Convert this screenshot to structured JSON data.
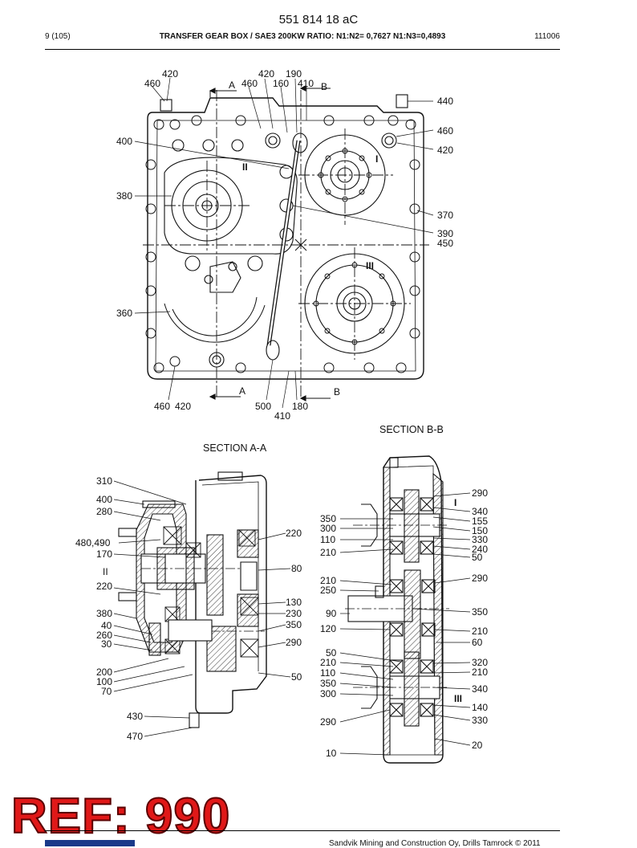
{
  "header": {
    "document_number": "551 814 18 aC",
    "page": "9 (105)",
    "title": "TRANSFER GEAR BOX / SAE3 200KW RATIO: N1:N2= 0,7627 N1:N3=0,4893",
    "code": "111006"
  },
  "sections": {
    "aa": "SECTION A-A",
    "bb": "SECTION B-B"
  },
  "markers": {
    "a": "A",
    "b": "B",
    "shaft_1": "I",
    "shaft_2": "II",
    "shaft_3": "III"
  },
  "top_view_labels": {
    "l420a": "420",
    "l460a": "460",
    "l420b": "420",
    "l190": "190",
    "l460b": "460",
    "l160": "160",
    "l410a": "410",
    "l440": "440",
    "l460c": "460",
    "l420c": "420",
    "l400": "400",
    "l380": "380",
    "l370": "370",
    "l390": "390",
    "l450": "450",
    "l360": "360",
    "l460d": "460",
    "l420d": "420",
    "l500": "500",
    "l180": "180",
    "l410b": "410"
  },
  "section_aa_labels": {
    "l310": "310",
    "l400": "400",
    "l280": "280",
    "l480": "480,490",
    "l170": "170",
    "l220a": "220",
    "l380": "380",
    "l40": "40",
    "l260": "260",
    "l30": "30",
    "l200": "200",
    "l100": "100",
    "l70": "70",
    "l430": "430",
    "l470": "470",
    "l220b": "220",
    "l80": "80",
    "l130": "130",
    "l230": "230",
    "l350": "350",
    "l290": "290",
    "l50": "50"
  },
  "section_bb_labels": {
    "l350a": "350",
    "l300a": "300",
    "l110a": "110",
    "l210a": "210",
    "l210b": "210",
    "l250": "250",
    "l90": "90",
    "l120": "120",
    "l50a": "50",
    "l210c": "210",
    "l110b": "110",
    "l350b": "350",
    "l300b": "300",
    "l290a": "290",
    "l10": "10",
    "l290b": "290",
    "l340a": "340",
    "l155": "155",
    "l150": "150",
    "l330a": "330",
    "l240": "240",
    "l50b": "50",
    "l290c": "290",
    "l350c": "350",
    "l210d": "210",
    "l60": "60",
    "l320": "320",
    "l210e": "210",
    "l340b": "340",
    "l140": "140",
    "l330b": "330",
    "l20": "20"
  },
  "watermark": "REF: 990",
  "footer": {
    "copyright": "Sandvik Mining and Construction Oy, Drills Tamrock © 2011"
  }
}
